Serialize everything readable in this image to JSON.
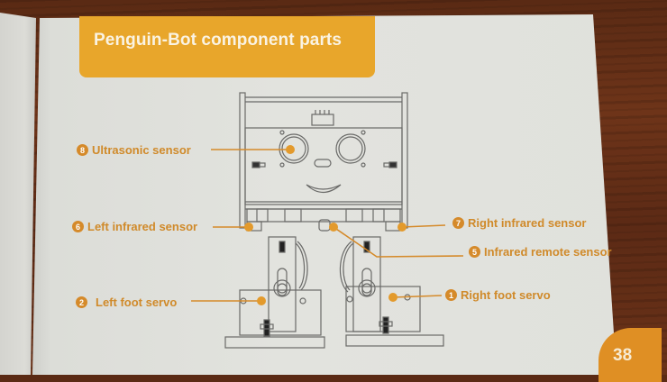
{
  "page": {
    "title": "Penguin-Bot component parts",
    "page_number": "38"
  },
  "colors": {
    "accent": "#e8a62b",
    "label": "#d08a2a",
    "page_tab": "#df8f24",
    "paper": "#e0e1dc",
    "table_wood": "#5e2c16"
  },
  "components": [
    {
      "number": "8",
      "label": "Ultrasonic sensor",
      "side": "left"
    },
    {
      "number": "6",
      "label": "Left infrared sensor",
      "side": "left"
    },
    {
      "number": "2",
      "label": "Left foot servo",
      "side": "left"
    },
    {
      "number": "7",
      "label": "Right infrared sensor",
      "side": "right"
    },
    {
      "number": "5",
      "label": "Infrared remote sensor",
      "side": "right"
    },
    {
      "number": "1",
      "label": "Right foot servo",
      "side": "right"
    }
  ]
}
